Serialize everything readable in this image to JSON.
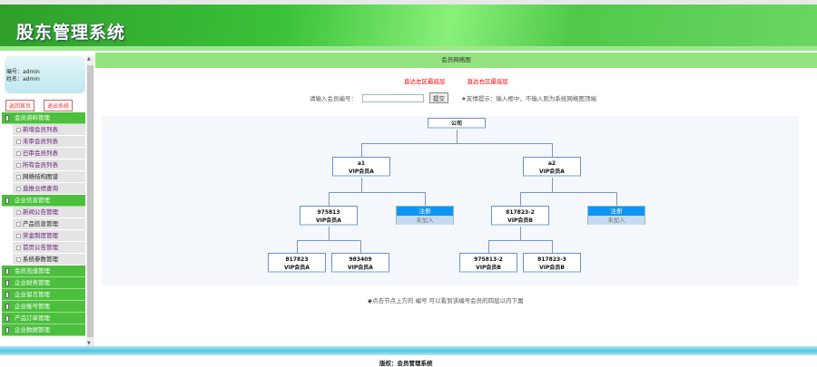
{
  "header": {
    "title": "股东管理系统"
  },
  "sidebar": {
    "user_id": "编号：admin",
    "user_name": "姓名：admin",
    "home_button": "返回首页",
    "logout_button": "退出系统",
    "groups": [
      {
        "label": "会员资料管理",
        "items": [
          "新增会员列表",
          "未审会员列表",
          "已审会员列表",
          "所有会员列表",
          "网络结构图谱",
          "直推业绩查询"
        ]
      },
      {
        "label": "企业信息管理",
        "items": [
          "新闻公告管理",
          "产品信息管理",
          "奖金制度管理",
          "首页公告管理",
          "系统参数管理"
        ]
      },
      {
        "label": "会员充值管理"
      },
      {
        "label": "企业财务管理"
      },
      {
        "label": "企业留言管理"
      },
      {
        "label": "企业账号管理"
      },
      {
        "label": "产品订单管理"
      },
      {
        "label": "企业数据管理"
      }
    ]
  },
  "main": {
    "title": "会员网络图",
    "link_left": "直达左区最底层",
    "link_right": "直达右区最底层",
    "search_label": "请输入会员编号：",
    "search_value": "",
    "submit": "提交",
    "tip": "★友情提示：输入框中，不输入则为系统网络图顶端",
    "tree": {
      "root": "公司",
      "nodes": [
        {
          "id": "a1",
          "level": "VIP会员A"
        },
        {
          "id": "a2",
          "level": "VIP会员A"
        },
        {
          "id": "975813",
          "level": "VIP会员A"
        },
        {
          "id": "817823-2",
          "level": "VIP会员B"
        },
        {
          "id": "817823",
          "level": "VIP会员A"
        },
        {
          "id": "983409",
          "level": "VIP会员A"
        },
        {
          "id": "975813-2",
          "level": "VIP会员B"
        },
        {
          "id": "817823-3",
          "level": "VIP会员B"
        }
      ],
      "empty_register": "注册",
      "empty_status": "未加入"
    },
    "note": "◆点击节点上方的 编号 可以看到该编号会员的四层以内下属"
  },
  "footer": {
    "copyright": "版权：会员管理系统"
  },
  "colors": {
    "menu_green": "#4cbf3e",
    "title_green": "#93e47f",
    "link_red": "#ff0000",
    "register_blue": "#0d95f5"
  }
}
